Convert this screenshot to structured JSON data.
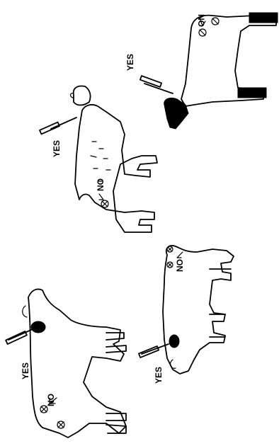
{
  "figure": {
    "panels": [
      {
        "animal": "cow",
        "yes_label": "YES",
        "no_label": "NO"
      },
      {
        "animal": "pig",
        "yes_label": "YES",
        "no_label": "NO"
      },
      {
        "animal": "goat",
        "yes_label": "YES",
        "no_label": "NO"
      },
      {
        "animal": "sheep",
        "yes_label": "YES",
        "no_label": "NO"
      }
    ]
  },
  "colors": {
    "ink": "#000000",
    "paper": "#ffffff"
  }
}
